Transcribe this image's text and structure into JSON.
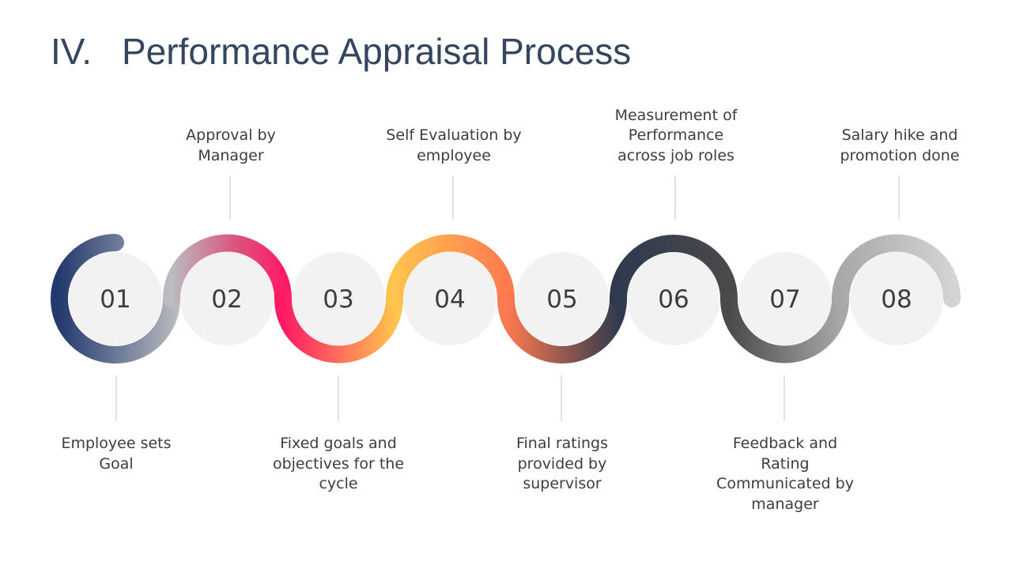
{
  "title": {
    "number": "IV.",
    "text": "Performance Appraisal Process"
  },
  "steps": [
    {
      "number": "01",
      "label": "Employee sets Goal"
    },
    {
      "number": "02",
      "label": "Approval by Manager"
    },
    {
      "number": "03",
      "label": "Fixed goals and objectives for the cycle"
    },
    {
      "number": "04",
      "label": "Self Evaluation by employee"
    },
    {
      "number": "05",
      "label": "Final ratings provided by supervisor"
    },
    {
      "number": "06",
      "label": "Measurement of Performance across job roles"
    },
    {
      "number": "07",
      "label": "Feedback and Rating Communicated by manager"
    },
    {
      "number": "08",
      "label": "Salary hike and promotion done"
    }
  ],
  "colors": {
    "title": "#34455e",
    "navy": "#243a6e",
    "silver": "#b9bcc0",
    "pink": "#ff1a66",
    "magenta": "#d9577f",
    "amber": "#ffc44d",
    "orange": "#ff7a50",
    "charcoal": "#2f3a4f",
    "dark_gray": "#4a4a4a",
    "gray": "#a8a8a8",
    "light_gray": "#d4d4d4",
    "circle_fill": "#f2f2f2",
    "connector": "#cfcfcf"
  }
}
